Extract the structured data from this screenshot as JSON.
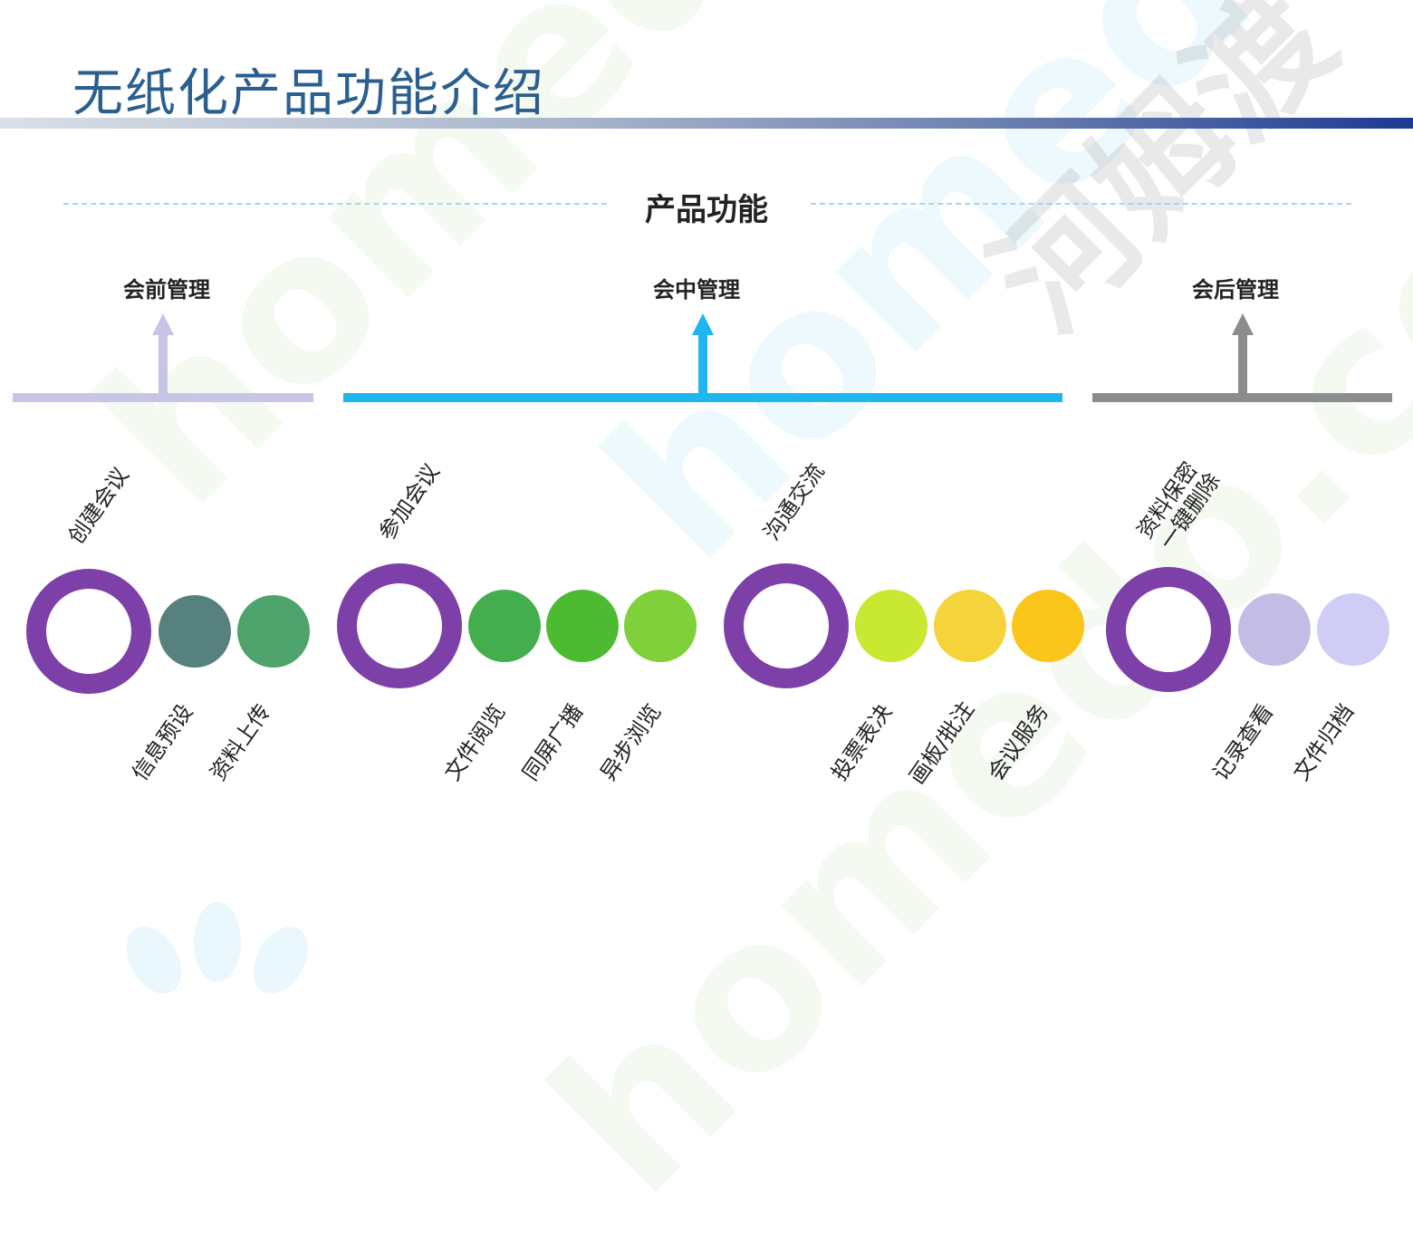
{
  "title": "无纸化产品功能介绍",
  "heading": "产品功能",
  "watermark": {
    "latin": "homedo.com",
    "cjk": "河姆渡"
  },
  "phases": [
    {
      "label": "会前管理",
      "color": "#c8c4e6"
    },
    {
      "label": "会中管理",
      "color": "#1fb5ef"
    },
    {
      "label": "会后管理",
      "color": "#8c8c8c"
    }
  ],
  "groups": [
    {
      "top_label": "创建会议",
      "items": [
        "信息预设",
        "资料上传"
      ]
    },
    {
      "top_label": "参加会议",
      "items": [
        "文件阅览",
        "同屏广播",
        "异步浏览"
      ]
    },
    {
      "top_label": "沟通交流",
      "items": [
        "投票表决",
        "画板/批注",
        "会议服务"
      ]
    },
    {
      "top_label_lines": [
        "资料保密",
        "一键删除"
      ],
      "items": [
        "记录查看",
        "文件归档"
      ]
    }
  ],
  "colors": {
    "ring": "#7d3fa8",
    "dots": [
      "#56817e",
      "#4da36b",
      "#44ad4e",
      "#4dbb31",
      "#7fd03a",
      "#c8e832",
      "#f5d33a",
      "#fbc61b",
      "#c3bde5",
      "#cfcdf5"
    ]
  }
}
